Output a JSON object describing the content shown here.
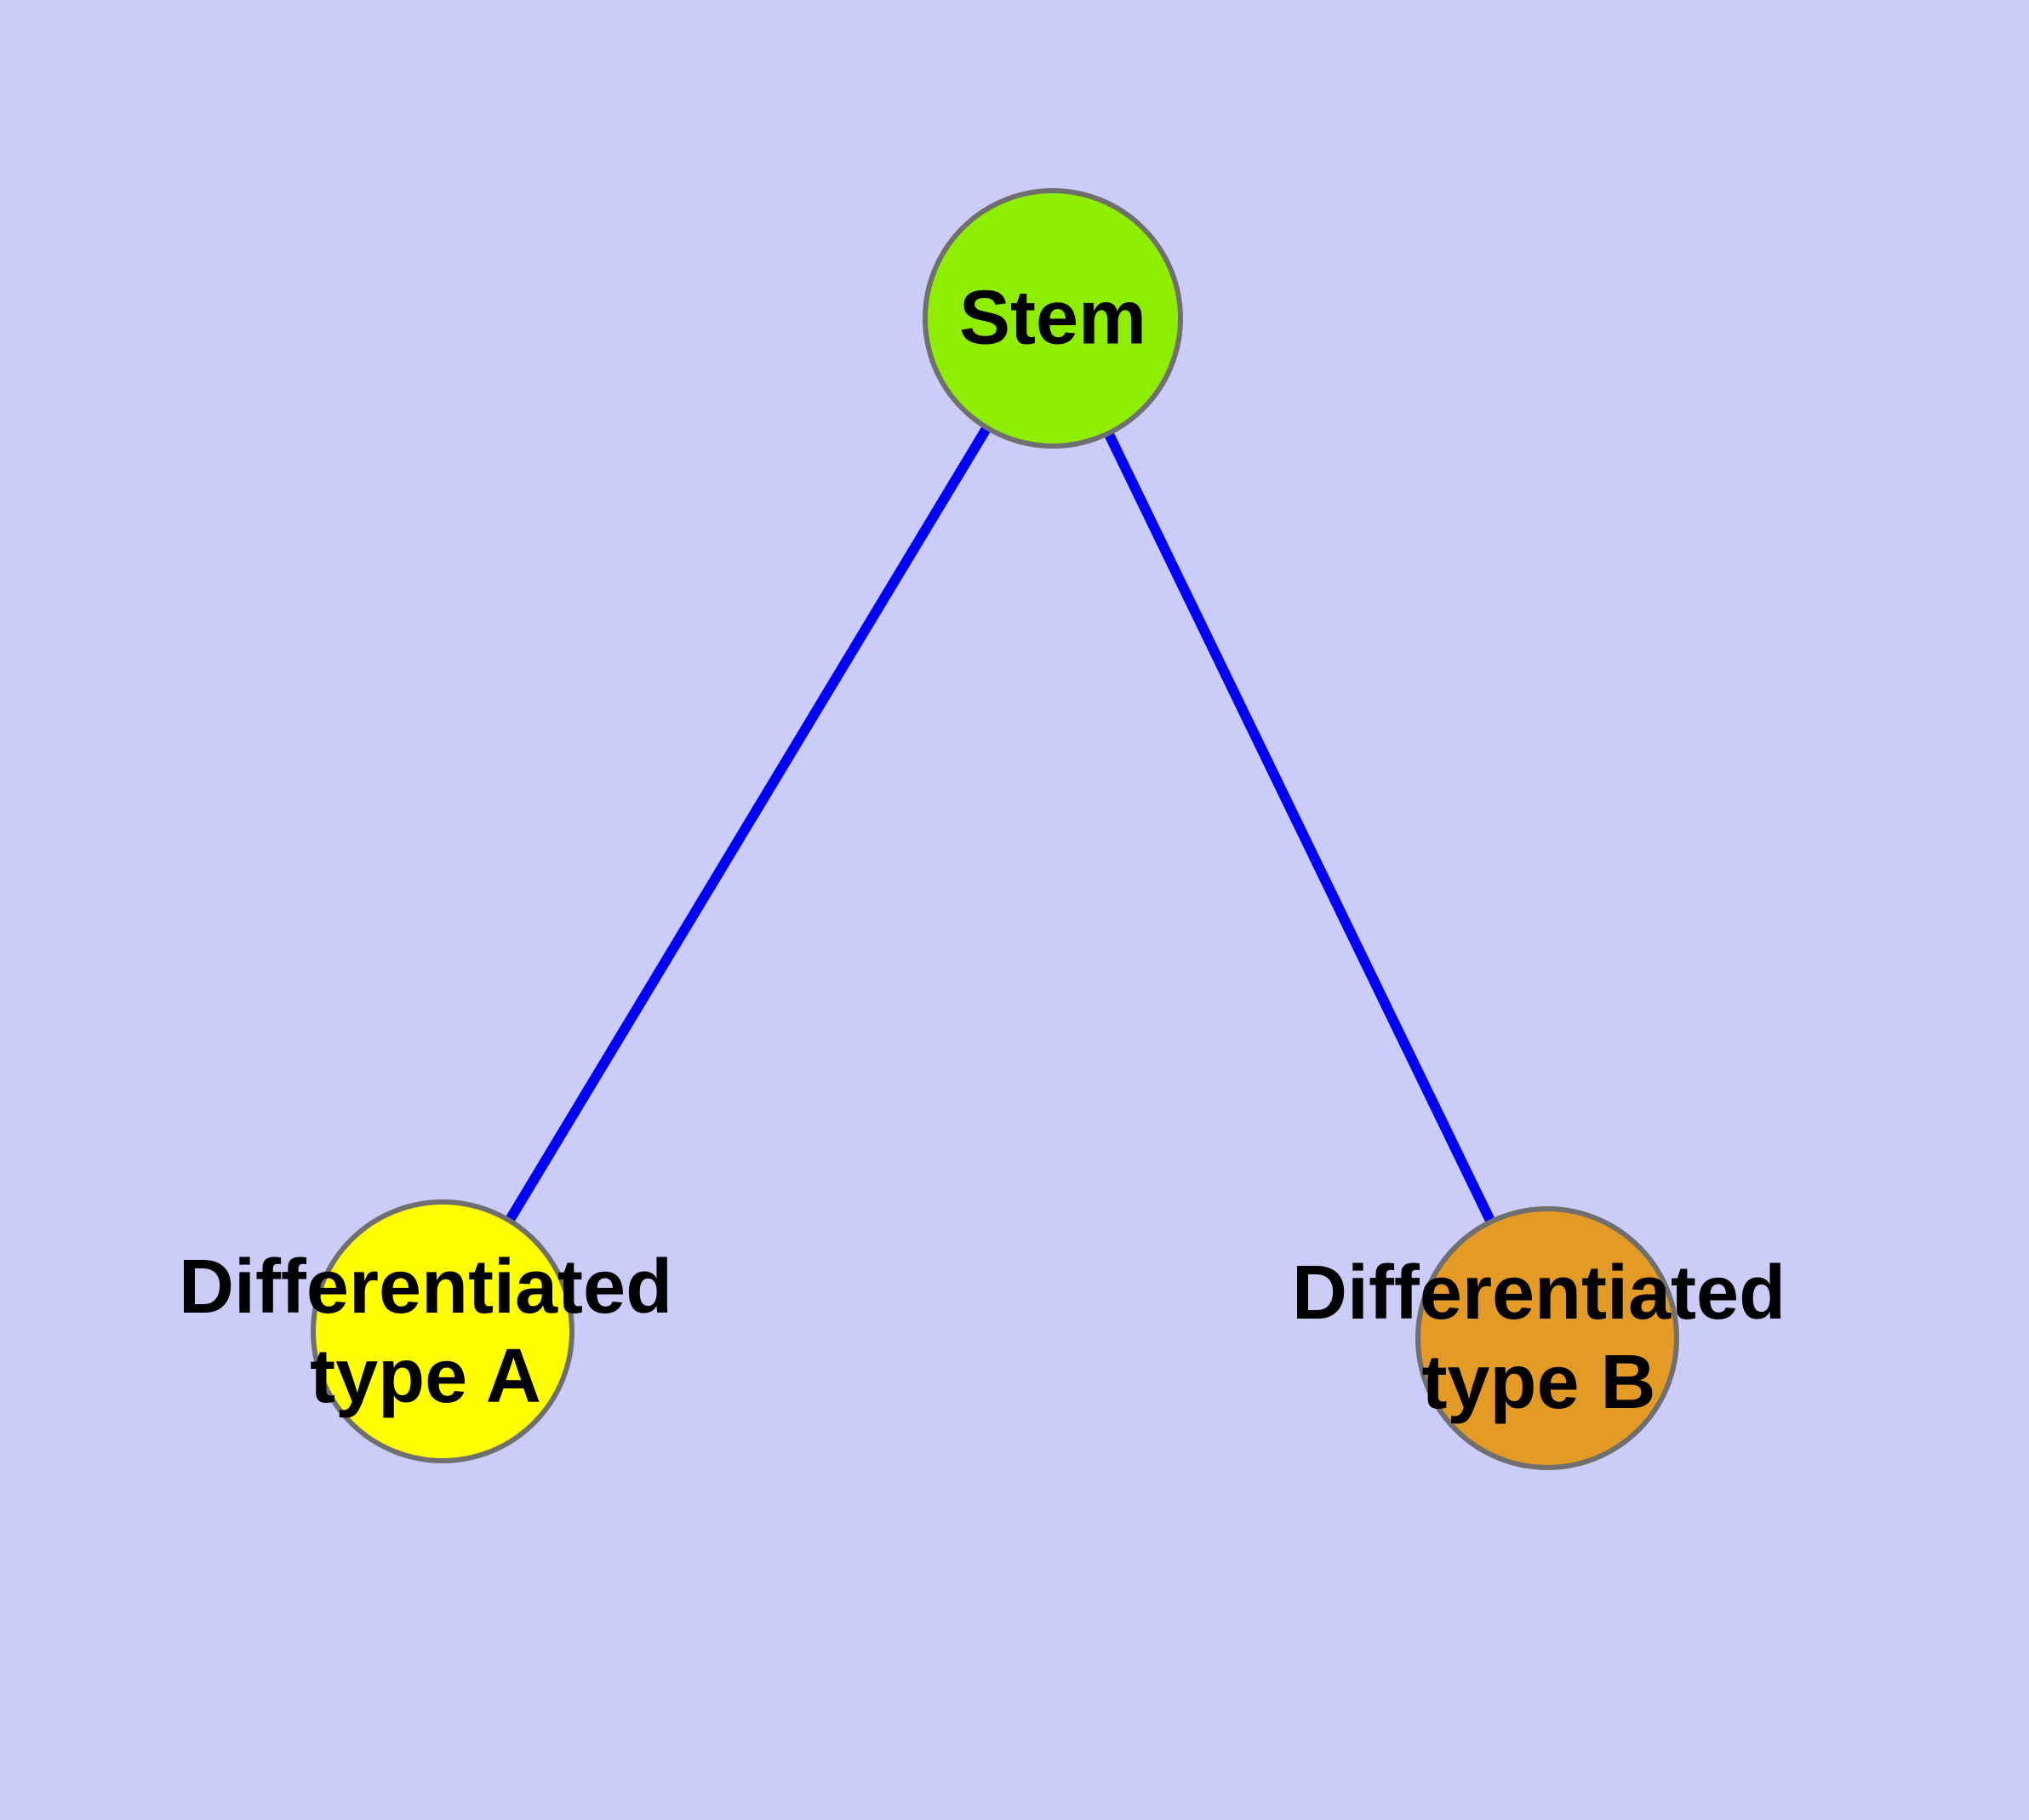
{
  "colors": {
    "background": "#CCCCF8",
    "edge": "#0000FA",
    "node_border": "#6F6F6F",
    "label_text": "#000000"
  },
  "nodes": {
    "stem": {
      "label": "Stem",
      "fill": "#8FEE00"
    },
    "type_a": {
      "label_line1": "Differentiated",
      "label_line2": "type A",
      "fill": "#FFFF00"
    },
    "type_b": {
      "label_line1": "Differentiated",
      "label_line2": "type B",
      "fill": "#E39B25"
    }
  },
  "edges": [
    {
      "from": "Stem",
      "to": "Differentiated type A"
    },
    {
      "from": "Stem",
      "to": "Differentiated type B"
    }
  ]
}
